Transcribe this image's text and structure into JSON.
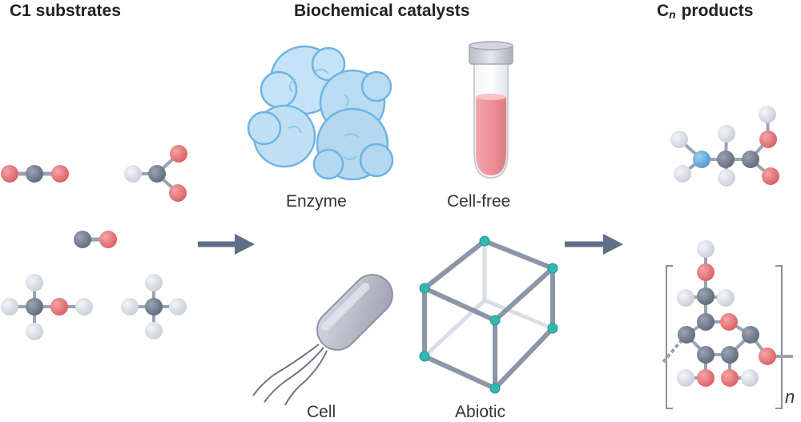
{
  "headings": {
    "substrates": "C1 substrates",
    "catalysts": "Biochemical catalysts",
    "products_prefix": "C",
    "products_sub": "n",
    "products_suffix": " products"
  },
  "catalysts": {
    "enzyme": "Enzyme",
    "cell_free": "Cell-free",
    "cell": "Cell",
    "abiotic": "Abiotic"
  },
  "polymer_repeat": "n",
  "colors": {
    "oxygen": "#e4787a",
    "carbon": "#7d8797",
    "hydrogen": "#dde1e8",
    "nitrogen": "#6aaee0",
    "bond": "#9aa3b2",
    "arrow": "#5f6f85",
    "enzyme": "#b9dcf2",
    "tube_liquid": "#ee9aa0",
    "cube_node": "#33b8b0",
    "cell_body": "#b7b8c6"
  }
}
